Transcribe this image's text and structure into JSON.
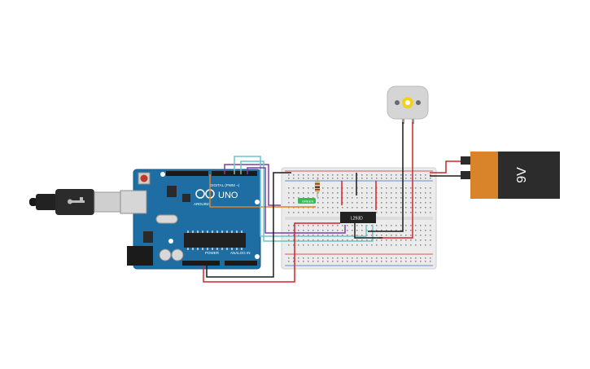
{
  "arduino": {
    "brand": "UNO",
    "logo_text": "ARDUINO",
    "digital_label": "DIGITAL (PWM ~)",
    "power_label": "POWER",
    "analog_label": "ANALOG IN"
  },
  "ic": {
    "label": "L293D"
  },
  "led": {
    "label": "GREEN"
  },
  "battery": {
    "label": "9V"
  },
  "colors": {
    "arduino_blue": "#1f6ea3",
    "breadboard": "#ebebeb",
    "battery_orange": "#d9842b",
    "battery_black": "#2c2c2c",
    "wire_red": "#d4232a",
    "wire_black": "#1b1b1b",
    "wire_orange": "#e2831e",
    "wire_purple": "#7a3fa6",
    "wire_teal": "#6cc3c9",
    "motor_body": "#d5d5d5",
    "motor_shaft": "#f0d21e"
  }
}
